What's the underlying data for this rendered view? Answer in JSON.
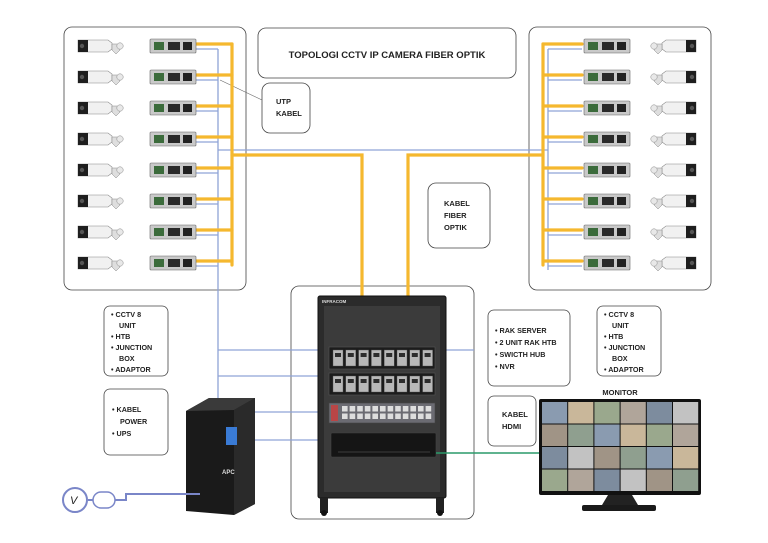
{
  "title": "TOPOLOGI CCTV IP CAMERA FIBER OPTIK",
  "labels": {
    "utp": [
      "UTP",
      "KABEL"
    ],
    "fiber": [
      "KABEL",
      "FIBER",
      "OPTIK"
    ],
    "hdmi": [
      "KABEL",
      "HDMI"
    ],
    "monitor": "MONITOR",
    "rack_brand": "INFRACOM",
    "ups_brand": "APC",
    "voltage": "V"
  },
  "notes": {
    "left_group": [
      "• CCTV 8",
      "UNIT",
      "• HTB",
      "• JUNCTION",
      "BOX",
      "• ADAPTOR"
    ],
    "right_group": [
      "• CCTV 8",
      "UNIT",
      "• HTB",
      "• JUNCTION",
      "BOX",
      "• ADAPTOR"
    ],
    "rack": [
      "• RAK SERVER",
      "• 2 UNIT RAK HTB",
      "• SWICTH HUB",
      "• NVR"
    ],
    "power": [
      "• KABEL",
      "POWER",
      "• UPS"
    ]
  },
  "colors": {
    "fiber": "#f5b82e",
    "utp": "#8fa3d6",
    "hdmi": "#2a9a6a",
    "power": "#7a86c8",
    "rack": "#2b2b2b"
  },
  "cameras_per_side": 8
}
